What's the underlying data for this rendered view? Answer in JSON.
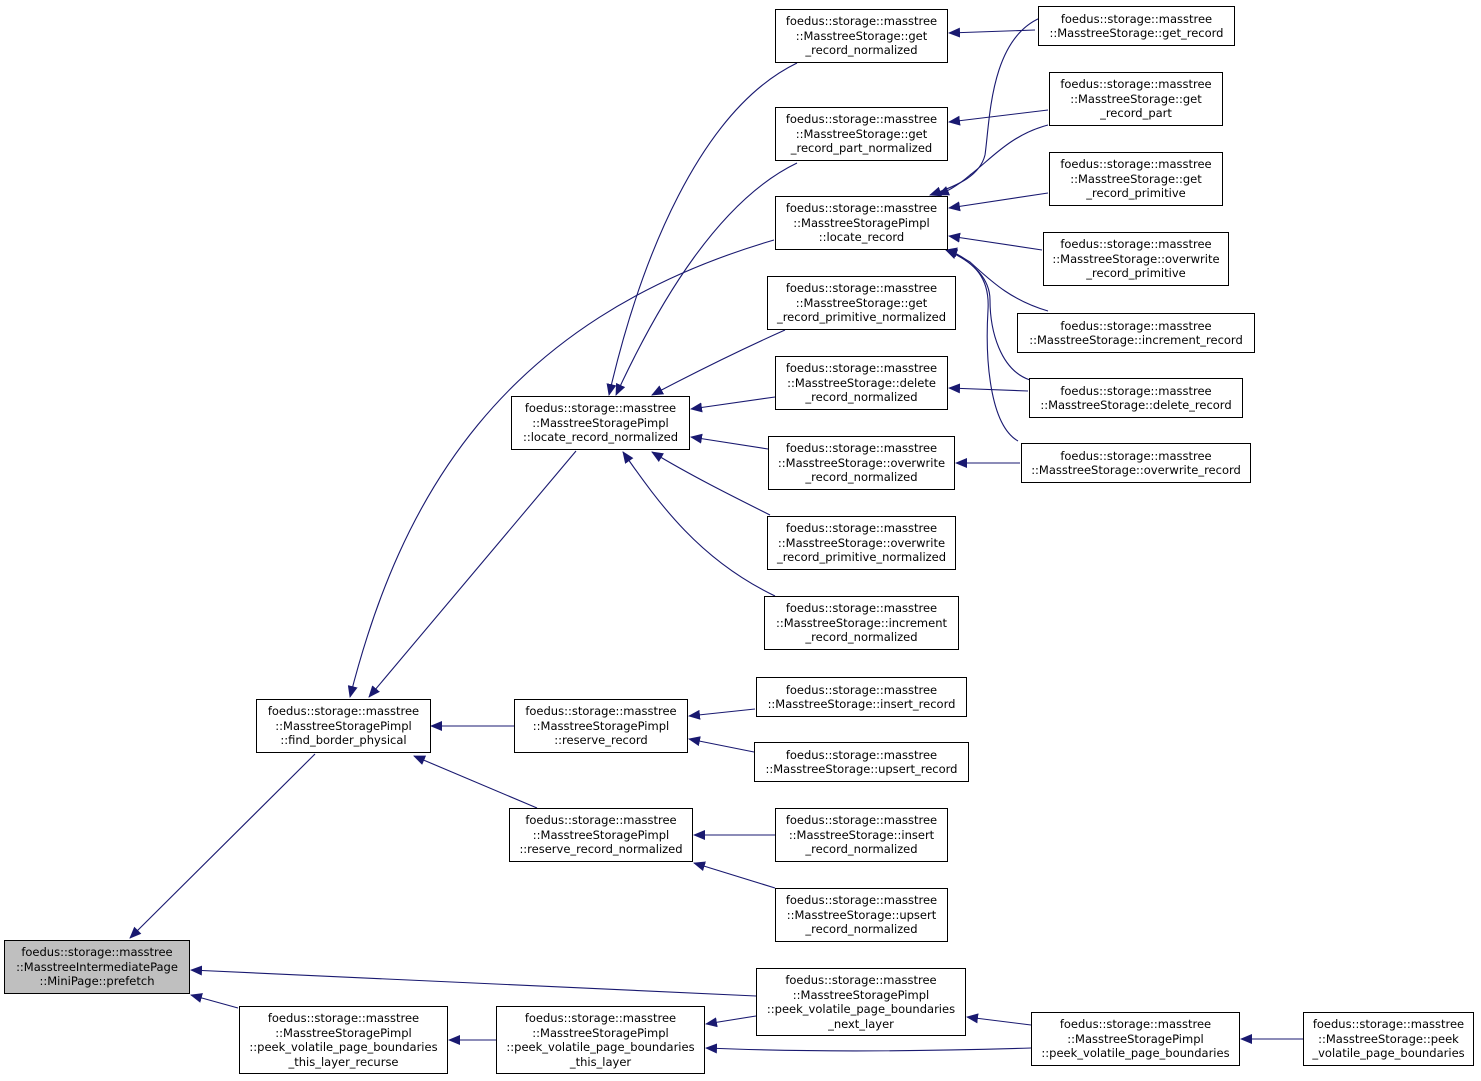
{
  "colors": {
    "edge": "#191970",
    "border": "#000000",
    "root_fill": "#bfbfbf",
    "node_fill": "#ffffff"
  },
  "nodes": [
    {
      "id": "n1",
      "lines": [
        "foedus::storage::masstree",
        "::MasstreeStorage::get",
        "_record_normalized"
      ]
    },
    {
      "id": "n2",
      "lines": [
        "foedus::storage::masstree",
        "::MasstreeStorage::get_record"
      ]
    },
    {
      "id": "n3",
      "lines": [
        "foedus::storage::masstree",
        "::MasstreeStorage::get",
        "_record_part"
      ]
    },
    {
      "id": "n4",
      "lines": [
        "foedus::storage::masstree",
        "::MasstreeStorage::get",
        "_record_part_normalized"
      ]
    },
    {
      "id": "n5",
      "lines": [
        "foedus::storage::masstree",
        "::MasstreeStorage::get",
        "_record_primitive"
      ]
    },
    {
      "id": "n6",
      "lines": [
        "foedus::storage::masstree",
        "::MasstreeStoragePimpl",
        "::locate_record"
      ]
    },
    {
      "id": "n7",
      "lines": [
        "foedus::storage::masstree",
        "::MasstreeStorage::overwrite",
        "_record_primitive"
      ]
    },
    {
      "id": "n8",
      "lines": [
        "foedus::storage::masstree",
        "::MasstreeStorage::get",
        "_record_primitive_normalized"
      ]
    },
    {
      "id": "n9",
      "lines": [
        "foedus::storage::masstree",
        "::MasstreeStorage::increment_record"
      ]
    },
    {
      "id": "n10",
      "lines": [
        "foedus::storage::masstree",
        "::MasstreeStorage::delete",
        "_record_normalized"
      ]
    },
    {
      "id": "n11",
      "lines": [
        "foedus::storage::masstree",
        "::MasstreeStorage::delete_record"
      ]
    },
    {
      "id": "n12",
      "lines": [
        "foedus::storage::masstree",
        "::MasstreeStoragePimpl",
        "::locate_record_normalized"
      ]
    },
    {
      "id": "n13",
      "lines": [
        "foedus::storage::masstree",
        "::MasstreeStorage::overwrite",
        "_record_normalized"
      ]
    },
    {
      "id": "n14",
      "lines": [
        "foedus::storage::masstree",
        "::MasstreeStorage::overwrite_record"
      ]
    },
    {
      "id": "n15",
      "lines": [
        "foedus::storage::masstree",
        "::MasstreeStorage::overwrite",
        "_record_primitive_normalized"
      ]
    },
    {
      "id": "n16",
      "lines": [
        "foedus::storage::masstree",
        "::MasstreeStorage::increment",
        "_record_normalized"
      ]
    },
    {
      "id": "n17",
      "lines": [
        "foedus::storage::masstree",
        "::MasstreeStorage::insert_record"
      ]
    },
    {
      "id": "n18",
      "lines": [
        "foedus::storage::masstree",
        "::MasstreeStoragePimpl",
        "::find_border_physical"
      ]
    },
    {
      "id": "n19",
      "lines": [
        "foedus::storage::masstree",
        "::MasstreeStoragePimpl",
        "::reserve_record"
      ]
    },
    {
      "id": "n20",
      "lines": [
        "foedus::storage::masstree",
        "::MasstreeStorage::upsert_record"
      ]
    },
    {
      "id": "n21",
      "lines": [
        "foedus::storage::masstree",
        "::MasstreeStoragePimpl",
        "::reserve_record_normalized"
      ]
    },
    {
      "id": "n22",
      "lines": [
        "foedus::storage::masstree",
        "::MasstreeStorage::insert",
        "_record_normalized"
      ]
    },
    {
      "id": "n23",
      "lines": [
        "foedus::storage::masstree",
        "::MasstreeStorage::upsert",
        "_record_normalized"
      ]
    },
    {
      "id": "n24",
      "lines": [
        "foedus::storage::masstree",
        "::MasstreeIntermediatePage",
        "::MiniPage::prefetch"
      ],
      "root": true
    },
    {
      "id": "n25",
      "lines": [
        "foedus::storage::masstree",
        "::MasstreeStoragePimpl",
        "::peek_volatile_page_boundaries",
        "_next_layer"
      ]
    },
    {
      "id": "n26",
      "lines": [
        "foedus::storage::masstree",
        "::MasstreeStoragePimpl",
        "::peek_volatile_page_boundaries",
        "_this_layer_recurse"
      ]
    },
    {
      "id": "n27",
      "lines": [
        "foedus::storage::masstree",
        "::MasstreeStoragePimpl",
        "::peek_volatile_page_boundaries",
        "_this_layer"
      ]
    },
    {
      "id": "n28",
      "lines": [
        "foedus::storage::masstree",
        "::MasstreeStoragePimpl",
        "::peek_volatile_page_boundaries"
      ]
    },
    {
      "id": "n29",
      "lines": [
        "foedus::storage::masstree",
        "::MasstreeStorage::peek",
        "_volatile_page_boundaries"
      ]
    }
  ]
}
